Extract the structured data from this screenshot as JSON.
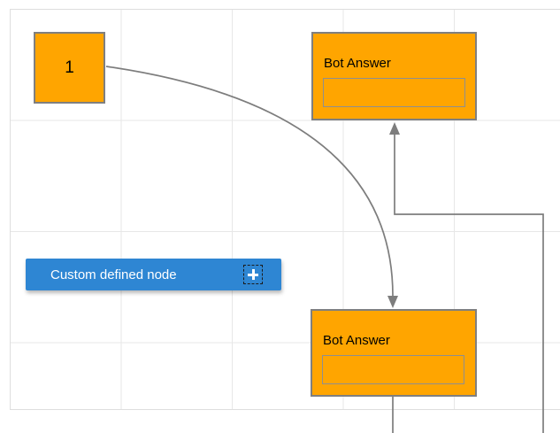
{
  "diagram": {
    "start_node": {
      "label": "1"
    },
    "bot_answer_top": {
      "title": "Bot Answer",
      "field_value": ""
    },
    "bot_answer_bottom": {
      "title": "Bot Answer",
      "field_value": ""
    },
    "custom_node": {
      "label": "Custom defined node",
      "icon": "plus-icon"
    }
  },
  "colors": {
    "node_fill": "#FFA500",
    "node_border": "#7F7F7F",
    "inner_field_border": "#8F8F8F",
    "custom_node_fill": "#2E86D3",
    "custom_node_text": "#FFFFFF",
    "connector": "#7D7D7D",
    "grid_line": "#E7E7E7",
    "canvas_border": "#DEDEDE",
    "background": "#FFFFFF"
  }
}
